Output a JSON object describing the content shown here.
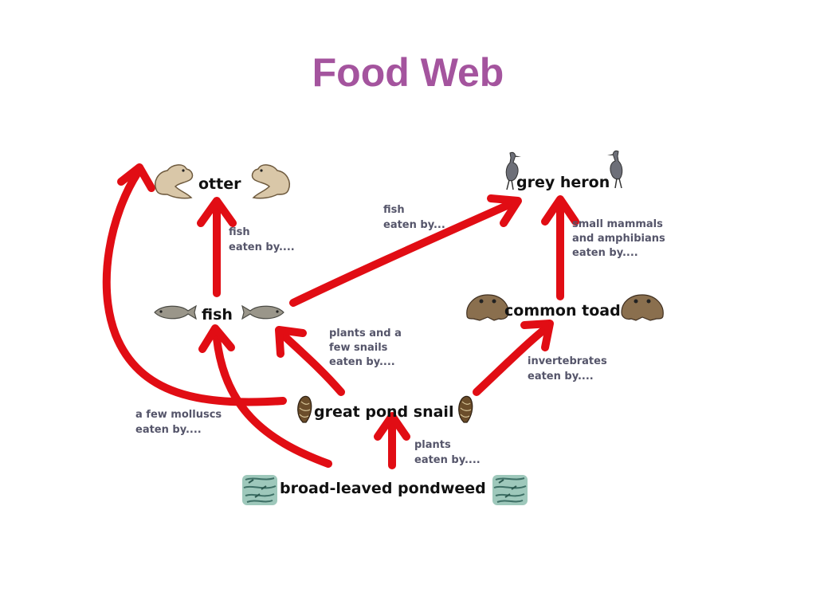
{
  "title": "Food Web",
  "nodes": {
    "otter": "otter",
    "grey_heron": "grey heron",
    "fish": "fish",
    "common_toad": "common toad",
    "great_pond_snail": "great pond snail",
    "broad_leaved_pondweed": "broad-leaved pondweed"
  },
  "edges": {
    "fish_to_otter": [
      "fish",
      "eaten by...."
    ],
    "fish_to_heron": [
      "fish",
      "eaten by..."
    ],
    "mammals_to_heron": [
      "small mammals",
      "and amphibians",
      "eaten by...."
    ],
    "snail_to_fish": [
      "plants and a",
      "few snails",
      "eaten by...."
    ],
    "snail_to_toad": [
      "invertebrates",
      "eaten by...."
    ],
    "molluscs_to_otter": [
      "a few molluscs",
      "eaten by...."
    ],
    "pondweed_to_snail": [
      "plants",
      "eaten by...."
    ]
  },
  "colors": {
    "arrow": "#e10d14",
    "title": "#a4549e"
  },
  "icons": [
    "otter-icon",
    "heron-icon",
    "fish-icon",
    "toad-icon",
    "snail-icon",
    "pondweed-icon"
  ]
}
